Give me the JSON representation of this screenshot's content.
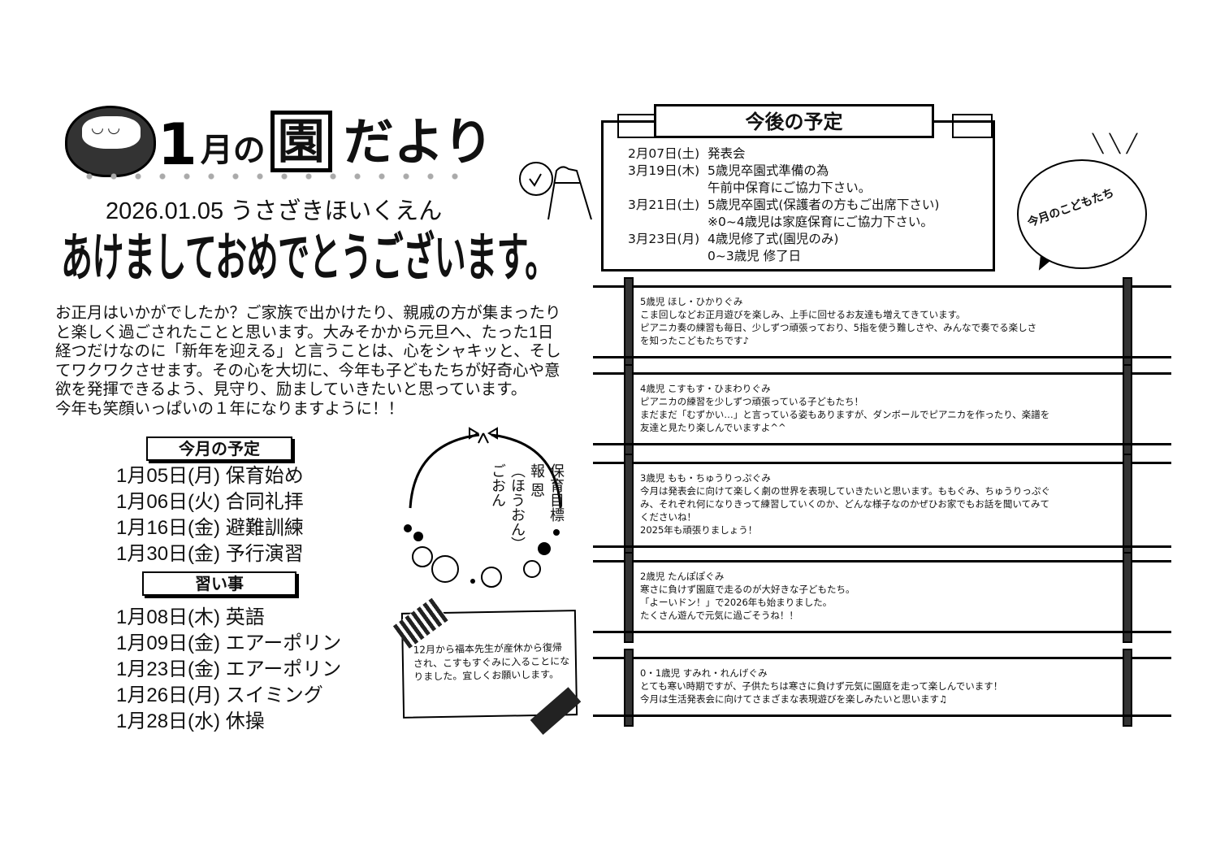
{
  "header": {
    "title_number": "1",
    "title_month": "月の",
    "title_en": "園",
    "title_rest": "だより",
    "date_school": "2026.01.05 うさざきほいくえん",
    "greeting": "あけましておめでとうございます。"
  },
  "intro": [
    "お正月はいかがでしたか？ご家族で出かけたり、親戚の方が集まったり",
    "と楽しく過ごされたことと思います。大みそかから元旦へ、たった1日",
    "経つだけなのに「新年を迎える」と言うことは、心をシャキッと、そし",
    "てワクワクさせます。その心を大切に、今年も子どもたちが好奇心や意",
    "欲を発揮できるよう、見守り、励ましていきたいと思っています。",
    "今年も笑顔いっぱいの１年になりますように！！"
  ],
  "monthly": {
    "heading": "今月の予定",
    "items": [
      {
        "date": "1月05日(月)",
        "event": "保育始め"
      },
      {
        "date": "1月06日(火)",
        "event": "合同礼拝"
      },
      {
        "date": "1月16日(金)",
        "event": "避難訓練"
      },
      {
        "date": "1月30日(金)",
        "event": "予行演習"
      }
    ]
  },
  "lessons": {
    "heading": "習い事",
    "items": [
      {
        "date": "1月08日(木)",
        "event": "英語"
      },
      {
        "date": "1月09日(金)",
        "event": "エアーポリン"
      },
      {
        "date": "1月23日(金)",
        "event": "エアーポリン"
      },
      {
        "date": "1月26日(月)",
        "event": "スイミング"
      },
      {
        "date": "1月28日(水)",
        "event": "休操"
      }
    ]
  },
  "goal": {
    "line1": "保育目標",
    "line2": "報 恩",
    "line3": "（ほうおん）",
    "line4": "ごおん"
  },
  "note": "12月から福本先生が産休から復帰され、こすもすぐみに入ることになりました。宜しくお願いします。",
  "future": {
    "heading": "今後の予定",
    "rows": [
      {
        "date": "2月07日(土)",
        "text": "発表会"
      },
      {
        "date": "3月19日(木)",
        "text": "5歳児卒園式準備の為"
      },
      {
        "date": "",
        "text": "午前中保育にご協力下さい。"
      },
      {
        "date": "3月21日(土)",
        "text": "5歳児卒園式(保護者の方もご出席下さい)"
      },
      {
        "date": "",
        "text": "※0~4歳児は家庭保育にご協力下さい。"
      },
      {
        "date": "3月23日(月)",
        "text": "4歳児修了式(園児のみ)"
      },
      {
        "date": "",
        "text": "0~3歳児 修了日"
      }
    ]
  },
  "kids_heading": "今月のこどもたち",
  "classes": [
    {
      "title": "5歳児 ほし・ひかりぐみ",
      "lines": [
        "こま回しなどお正月遊びを楽しみ、上手に回せるお友達も増えてきています。",
        "ピアニカ奏の練習も毎日、少しずつ頑張っており、5指を使う難しさや、みんなで奏でる楽しさ",
        "を知ったこどもたちです♪"
      ]
    },
    {
      "title": "4歳児 こすもす・ひまわりぐみ",
      "lines": [
        "ピアニカの練習を少しずつ頑張っている子どもたち！",
        "まだまだ「むずかい…」と言っている姿もありますが、ダンボールでピアニカを作ったり、楽譜を",
        "友達と見たり楽しんでいますよ^^"
      ]
    },
    {
      "title": "3歳児 もも・ちゅうりっぷぐみ",
      "lines": [
        "今月は発表会に向けて楽しく劇の世界を表現していきたいと思います。ももぐみ、ちゅうりっぷぐ",
        "み、それぞれ何になりきって練習していくのか、どんな様子なのかぜひお家でもお話を聞いてみて",
        "くださいね！",
        "2025年も頑張りましょう！"
      ]
    },
    {
      "title": "2歳児 たんぽぽぐみ",
      "lines": [
        "寒さに負けず園庭で走るのが大好きな子どもたち。",
        "「よーいドン！」で2026年も始まりました。",
        "たくさん遊んで元気に過ごそうね！！"
      ]
    },
    {
      "title": "0・1歳児 すみれ・れんげぐみ",
      "lines": [
        "とても寒い時期ですが、子供たちは寒さに負けず元気に園庭を走って楽しんでいます！",
        "今月は生活発表会に向けてさまざまな表現遊びを楽しみたいと思います♫"
      ]
    }
  ]
}
